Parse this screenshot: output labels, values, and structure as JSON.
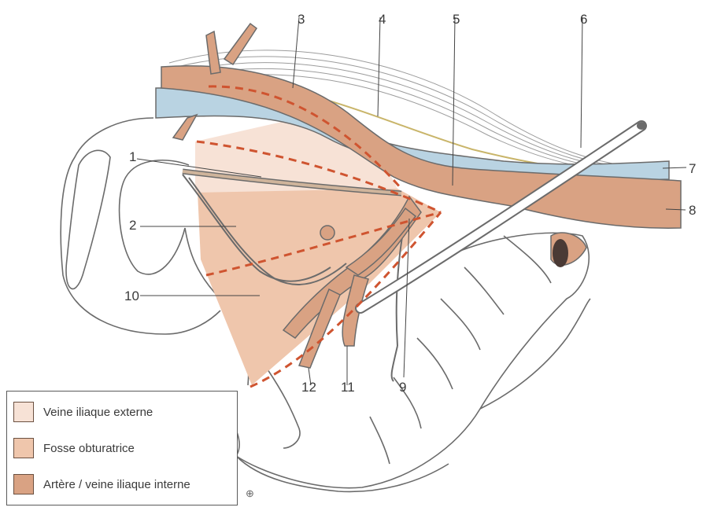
{
  "colors": {
    "external_iliac_vein_zone": "#f7e2d6",
    "obturator_fossa": "#efc6ac",
    "internal_iliac": "#d9a283",
    "vein_blue": "#b9d3e2",
    "dissection_line": "#cf5430",
    "outline": "#6b6b6b"
  },
  "callouts": [
    "1",
    "2",
    "3",
    "4",
    "5",
    "6",
    "7",
    "8",
    "9",
    "10",
    "11",
    "12"
  ],
  "legend": {
    "items": [
      {
        "label": "Veine iliaque externe",
        "color": "#f7e2d6"
      },
      {
        "label": "Fosse obturatrice",
        "color": "#efc6ac"
      },
      {
        "label": "Artère / veine iliaque interne",
        "color": "#d9a283"
      }
    ]
  },
  "corner_mark": "⊕"
}
